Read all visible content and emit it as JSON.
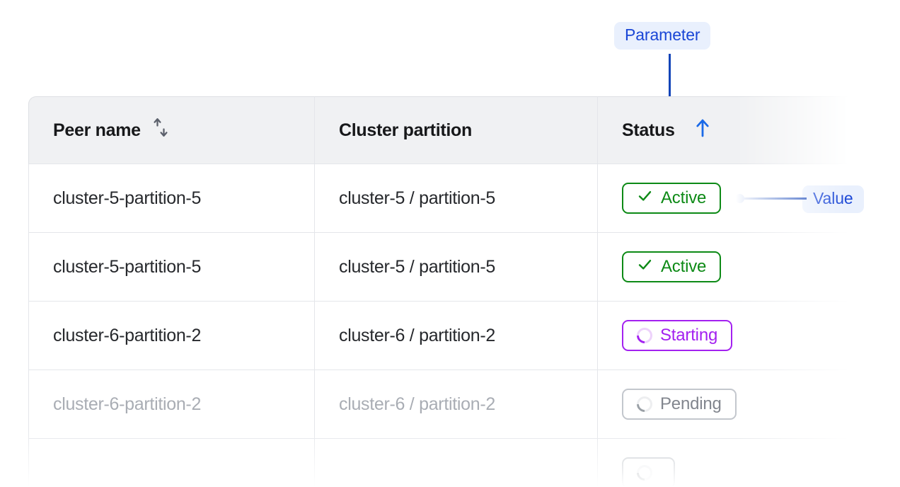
{
  "annotations": {
    "parameter_label": "Parameter",
    "value_label": "Value",
    "accent_color": "#1A46D6",
    "badge_bg": "#E9F0FD",
    "connector_color": "#1244B8"
  },
  "table": {
    "columns": [
      {
        "label": "Peer name",
        "sort_icon": "sort-both-icon",
        "sorted": false
      },
      {
        "label": "Cluster partition",
        "sort_icon": null,
        "sorted": false
      },
      {
        "label": "Status",
        "sort_icon": "arrow-up-icon",
        "sorted": true
      }
    ],
    "rows": [
      {
        "peer_name": "cluster-5-partition-5",
        "cluster_partition": "cluster-5 / partition-5",
        "status": "Active",
        "status_kind": "active",
        "status_icon": "check-icon",
        "muted": false
      },
      {
        "peer_name": "cluster-5-partition-5",
        "cluster_partition": "cluster-5 / partition-5",
        "status": "Active",
        "status_kind": "active",
        "status_icon": "check-icon",
        "muted": false
      },
      {
        "peer_name": "cluster-6-partition-2",
        "cluster_partition": "cluster-6 / partition-2",
        "status": "Starting",
        "status_kind": "starting",
        "status_icon": "spinner-icon",
        "muted": false
      },
      {
        "peer_name": "cluster-6-partition-2",
        "cluster_partition": "cluster-6 / partition-2",
        "status": "Pending",
        "status_kind": "pending",
        "status_icon": "spinner-icon",
        "muted": true
      },
      {
        "peer_name": "",
        "cluster_partition": "",
        "status": "",
        "status_kind": "pending",
        "status_icon": "spinner-icon",
        "muted": true
      }
    ],
    "status_colors": {
      "active": "#0D8A16",
      "starting": "#A321F0",
      "pending": "#82868E"
    }
  }
}
